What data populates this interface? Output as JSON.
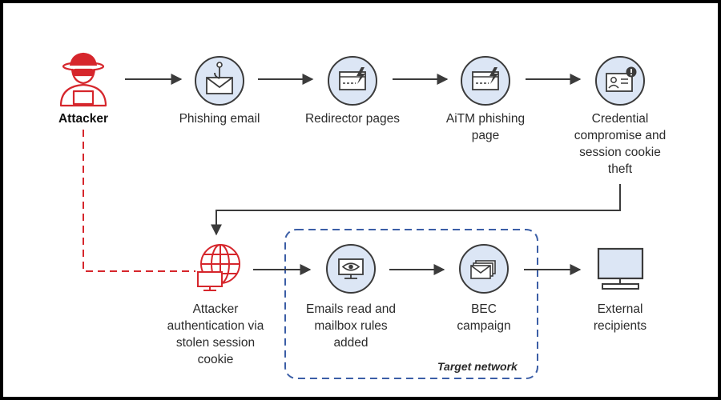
{
  "nodes": {
    "attacker": "Attacker",
    "phishing_email": "Phishing email",
    "redirector_pages": "Redirector pages",
    "aitm_page": "AiTM phishing\npage",
    "credential": "Credential\ncompromise and\nsession cookie\ntheft",
    "auth": "Attacker\nauthentication via\nstolen session\ncookie",
    "emails_read": "Emails read and\nmailbox rules\nadded",
    "bec": "BEC\ncampaign",
    "external": "External\nrecipients"
  },
  "group_label": "Target network",
  "colors": {
    "node_fill": "#dce6f5",
    "node_stroke": "#3b3b3b",
    "arrow": "#3b3b3b",
    "attacker_red": "#d6262c",
    "group_border": "#3b5ea6"
  }
}
